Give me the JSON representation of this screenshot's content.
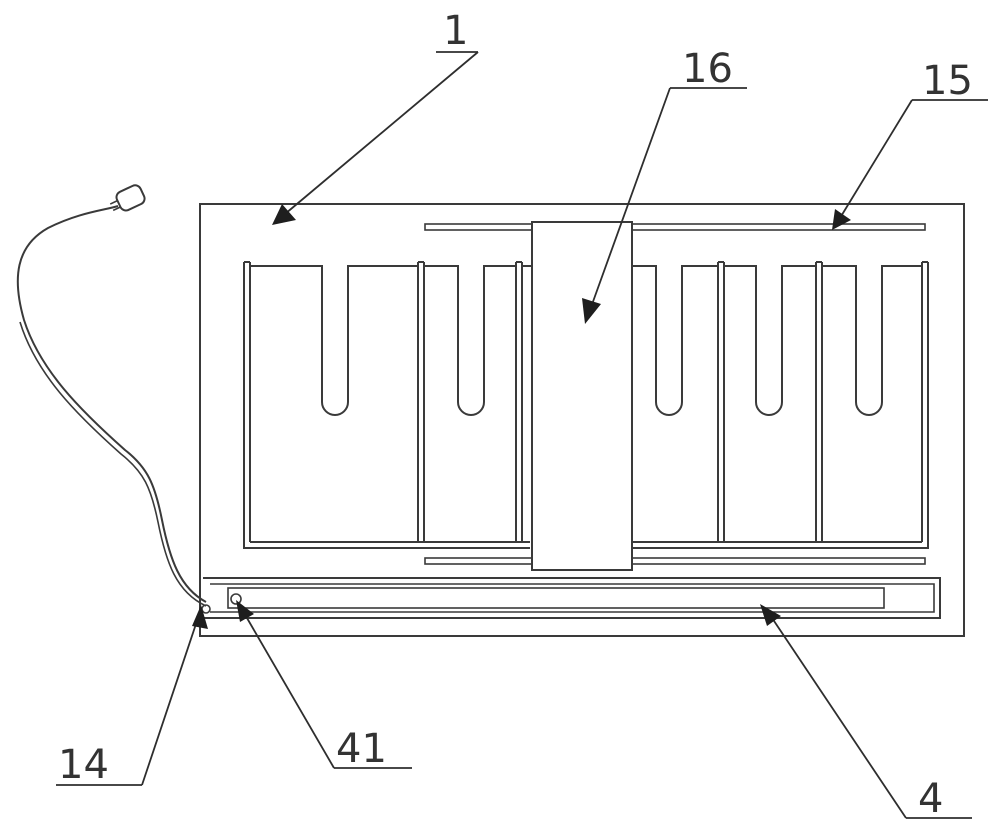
{
  "labels": {
    "part_1": "1",
    "part_16": "16",
    "part_15": "15",
    "part_14": "14",
    "part_41": "41",
    "part_4": "4"
  }
}
